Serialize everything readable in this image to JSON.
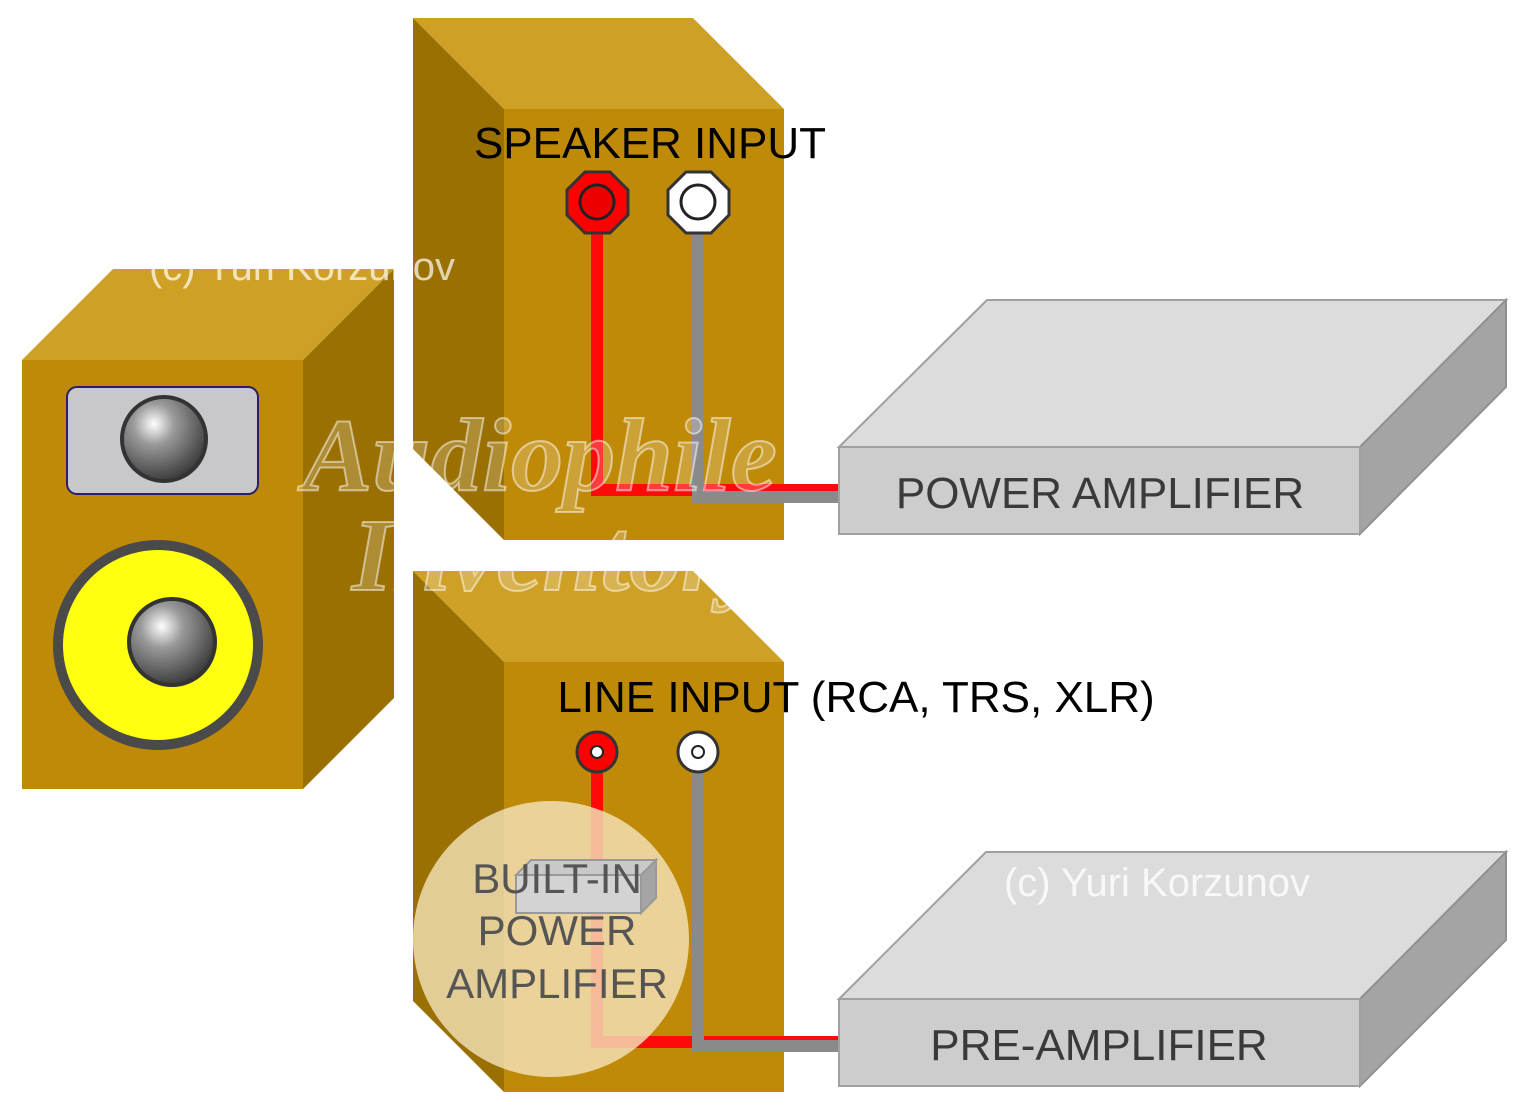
{
  "labels": {
    "speaker_input": "SPEAKER INPUT",
    "power_amplifier": "POWER AMPLIFIER",
    "line_input": "LINE INPUT (RCA, TRS, XLR)",
    "builtin_line1": "BUILT-IN",
    "builtin_line2": "POWER",
    "builtin_line3": "AMPLIFIER",
    "pre_amplifier": "PRE-AMPLIFIER"
  },
  "watermarks": {
    "copyright_1": "(c) Yuri Korzunov",
    "copyright_2": "(c) Yuri Korzunov",
    "logo_line1": "Audiophile",
    "logo_line2": "Inventory"
  },
  "colors": {
    "cabinet_front": "#bf8a07",
    "cabinet_top": "#cfa026",
    "cabinet_side": "#9a7002",
    "woofer_cone": "#ffff10",
    "tweeter_plate": "#c8c8cc",
    "amp_front": "#cdcdcd",
    "amp_top": "#dcdcdc",
    "amp_side": "#a4a4a4",
    "positive_terminal": "#ff0000",
    "negative_terminal": "#ffffff",
    "positive_wire": "#ff0a0a",
    "negative_wire": "#8a8a8a",
    "builtin_overlay": "#f3e2b8"
  }
}
